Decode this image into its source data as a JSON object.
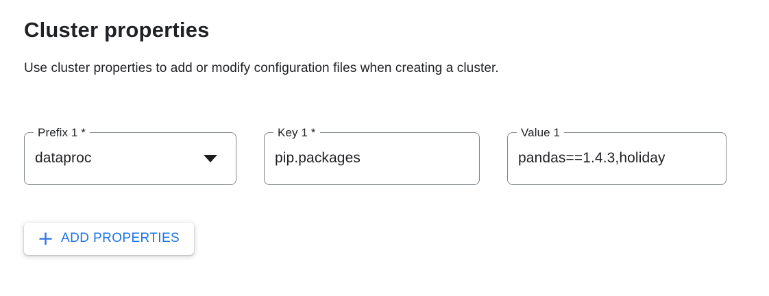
{
  "page": {
    "title": "Cluster properties",
    "description": "Use cluster properties to add or modify configuration files when creating a cluster."
  },
  "fields": {
    "prefix": {
      "label": "Prefix 1 *",
      "value": "dataproc",
      "type": "select",
      "icon": "dropdown-arrow-icon"
    },
    "key": {
      "label": "Key 1 *",
      "value": "pip.packages",
      "type": "text"
    },
    "value": {
      "label": "Value 1",
      "value": "pandas==1.4.3,holiday",
      "type": "text"
    }
  },
  "buttons": {
    "add_properties": {
      "label": "ADD PROPERTIES",
      "icon": "plus-icon"
    }
  },
  "colors": {
    "accent_blue": "#1a73e8",
    "text_dark": "#202124",
    "border_gray": "#80868b",
    "background": "#ffffff"
  }
}
